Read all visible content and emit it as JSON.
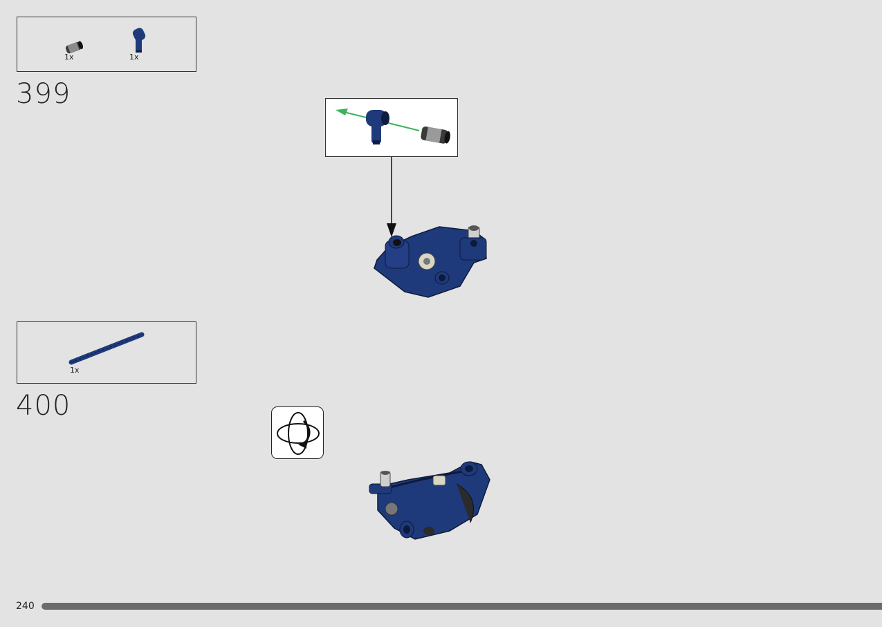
{
  "steps": [
    {
      "number": "399",
      "parts": [
        {
          "name": "black-connector-peg",
          "qty": "1x",
          "color": "#3a3a3a"
        },
        {
          "name": "blue-pin-connector",
          "qty": "1x",
          "color": "#1f3a7a"
        }
      ]
    },
    {
      "number": "400",
      "parts": [
        {
          "name": "blue-axle",
          "qty": "1x",
          "color": "#1f3a7a"
        }
      ]
    }
  ],
  "colors": {
    "background": "#e3e3e3",
    "brick_blue": "#1f3a7a",
    "brick_dark": "#2b2b2b",
    "arrow_green": "#3cb35a",
    "progress": "#6b6b6b"
  },
  "icons": [
    "rotate-model-icon"
  ],
  "footer": {
    "page_number": "240",
    "progress_fraction": 1.0
  }
}
